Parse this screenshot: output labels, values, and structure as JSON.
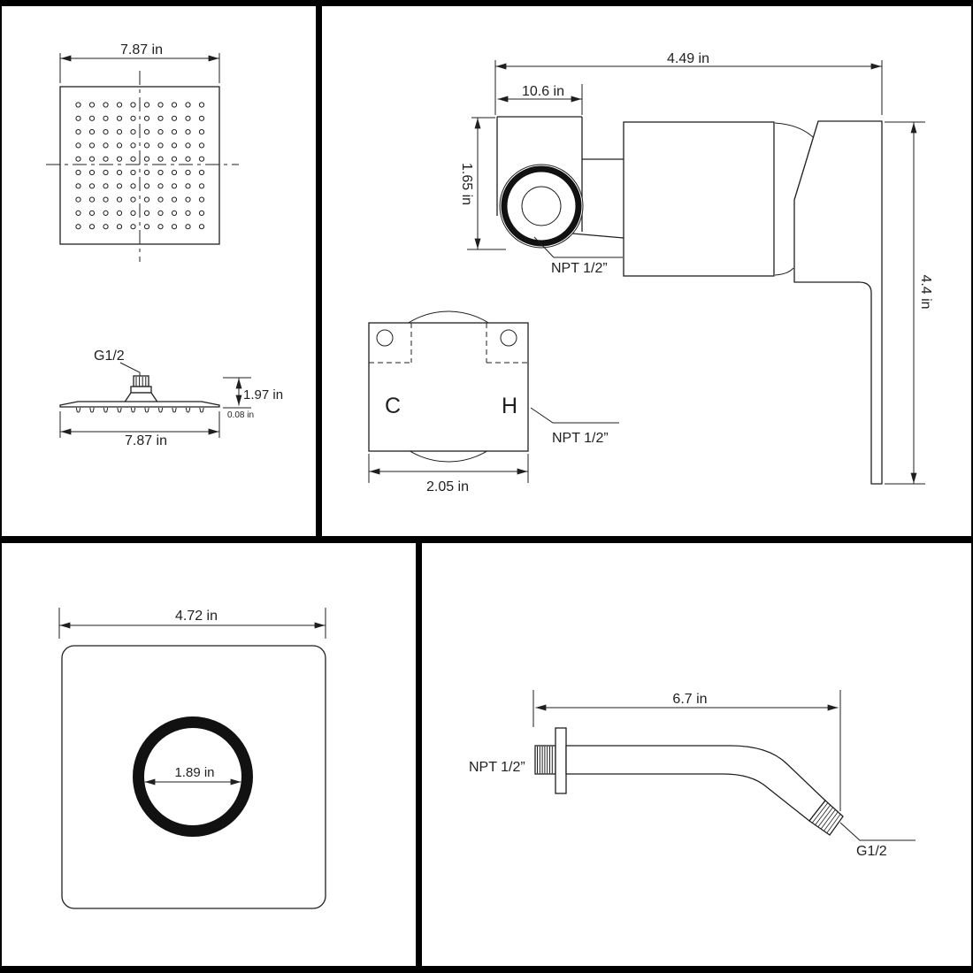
{
  "colors": {
    "line": "#1f1f1f",
    "divider": "#000000",
    "background": "#ffffff"
  },
  "views": {
    "showerhead_top": {
      "width": "7.87 in"
    },
    "showerhead_side": {
      "connector": "G1/2",
      "height": "1.97 in",
      "thickness": "0.08 in",
      "width": "7.87 in"
    },
    "valve_side": {
      "total_width": "4.49 in",
      "inlet_width": "10.6 in",
      "inlet_height": "1.65 in",
      "handle_height": "4.4 in",
      "inlet_thread": "NPT 1/2”"
    },
    "valve_back": {
      "cold": "C",
      "hot": "H",
      "thread": "NPT 1/2”",
      "width": "2.05 in"
    },
    "escutcheon": {
      "width": "4.72 in",
      "hole_diameter": "1.89 in"
    },
    "shower_arm": {
      "length": "6.7 in",
      "wall_thread": "NPT 1/2”",
      "outlet_thread": "G1/2"
    }
  }
}
